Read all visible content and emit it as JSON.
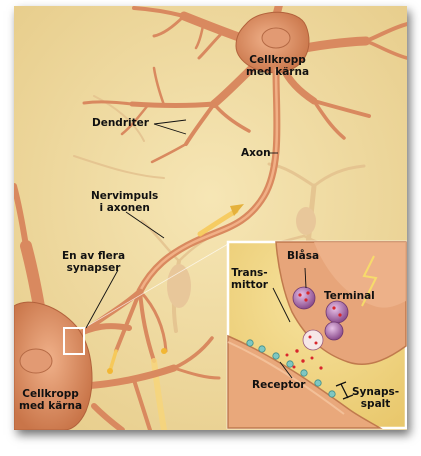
{
  "labels": {
    "cell_body_top": "Cellkropp\nmed kärna",
    "dendrites": "Dendriter",
    "axon": "Axon",
    "nerve_impulse": "Nervimpuls\ni axonen",
    "synapses": "En av flera\nsynapser",
    "cell_body_bottom": "Cellkropp\nmed kärna",
    "vesicle": "Blåsa",
    "transmitter": "Trans-\nmittor",
    "terminal": "Terminal",
    "receptor": "Receptor",
    "synaptic_cleft": "Synaps-\nspalt"
  },
  "colors": {
    "background": "#f0dca0",
    "neuron": "#d9895f",
    "neuron_dark": "#b2623c",
    "axon_glow": "#f6c95a",
    "inset_border": "#ffffff",
    "label_text": "#111111"
  }
}
